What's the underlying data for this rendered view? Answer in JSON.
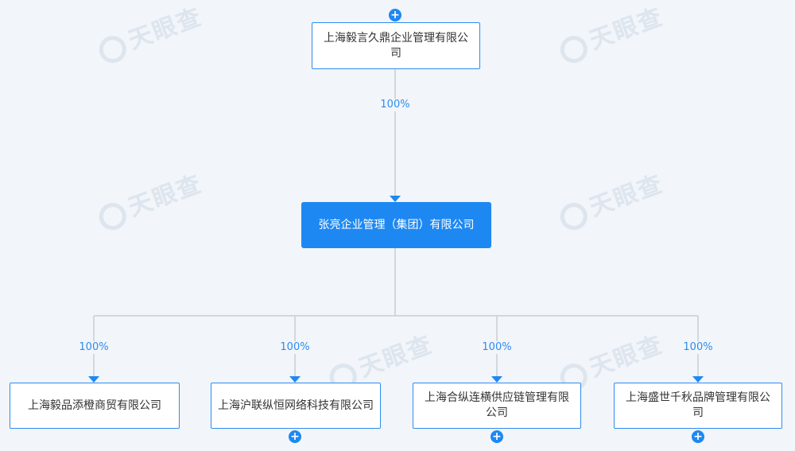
{
  "watermark": "天眼查",
  "colors": {
    "accent": "#1e88f2",
    "line": "#c8ced6",
    "text": "#333333"
  },
  "parent": {
    "name": "上海毅言久鼎企业管理有限公司",
    "share": "100%"
  },
  "root": {
    "name": "张亮企业管理（集团）有限公司"
  },
  "children": [
    {
      "name": "上海毅品添橙商贸有限公司",
      "share": "100%",
      "expandable": false
    },
    {
      "name": "上海沪联纵恒网络科技有限公司",
      "share": "100%",
      "expandable": true
    },
    {
      "name": "上海合纵连横供应链管理有限公司",
      "share": "100%",
      "expandable": true
    },
    {
      "name": "上海盛世千秋品牌管理有限公司",
      "share": "100%",
      "expandable": true
    }
  ],
  "icons": {
    "expand": "plus-circle-icon",
    "arrow": "arrow-down-icon"
  }
}
